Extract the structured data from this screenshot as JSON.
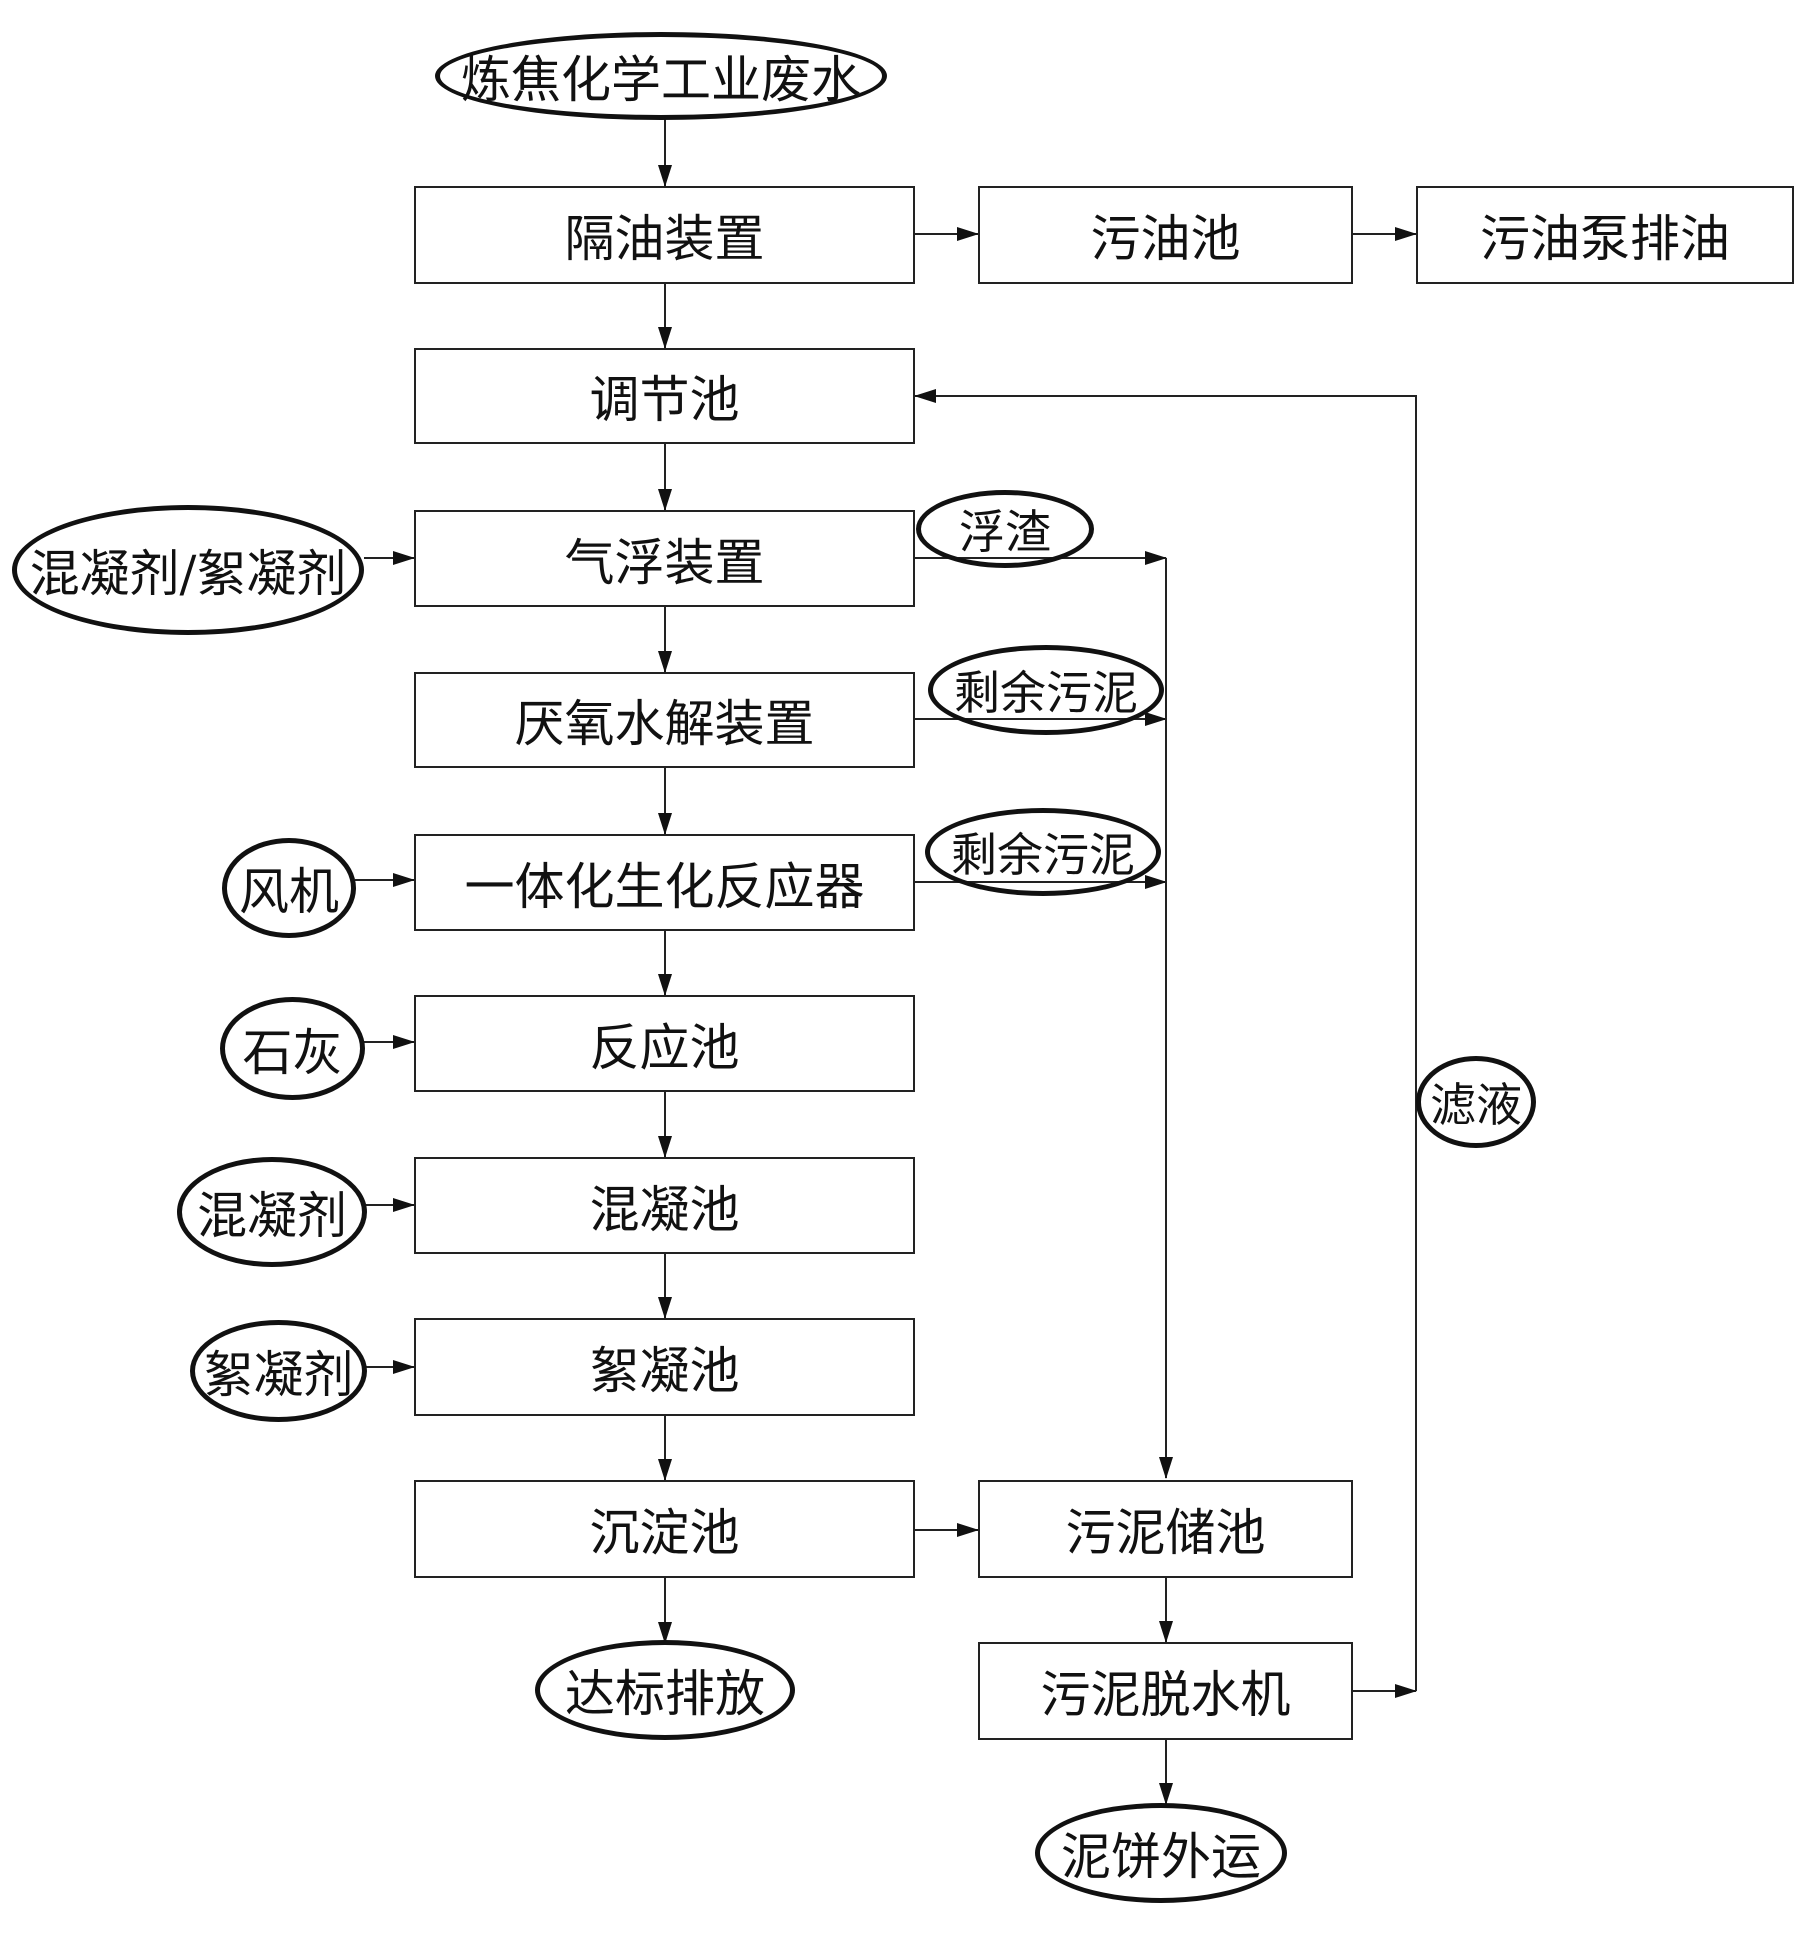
{
  "diagram": {
    "source": "炼焦化学工业废水",
    "process": {
      "oil_separator": "隔油装置",
      "regulating_tank": "调节池",
      "air_flotation": "气浮装置",
      "anaerobic_hydrolysis": "厌氧水解装置",
      "integrated_bioreactor": "一体化生化反应器",
      "reaction_tank": "反应池",
      "coagulation_tank": "混凝池",
      "flocculation_tank": "絮凝池",
      "sedimentation_tank": "沉淀池"
    },
    "side_process": {
      "waste_oil_tank": "污油池",
      "waste_oil_pump": "污油泵排油",
      "sludge_storage": "污泥储池",
      "sludge_dewatering": "污泥脱水机"
    },
    "inputs": {
      "coagulant_flocculant": "混凝剂/絮凝剂",
      "blower": "风机",
      "lime": "石灰",
      "coagulant": "混凝剂",
      "flocculant": "絮凝剂"
    },
    "streams": {
      "scum": "浮渣",
      "excess_sludge_1": "剩余污泥",
      "excess_sludge_2": "剩余污泥",
      "filtrate": "滤液"
    },
    "outputs": {
      "discharge": "达标排放",
      "sludge_cake": "泥饼外运"
    }
  }
}
